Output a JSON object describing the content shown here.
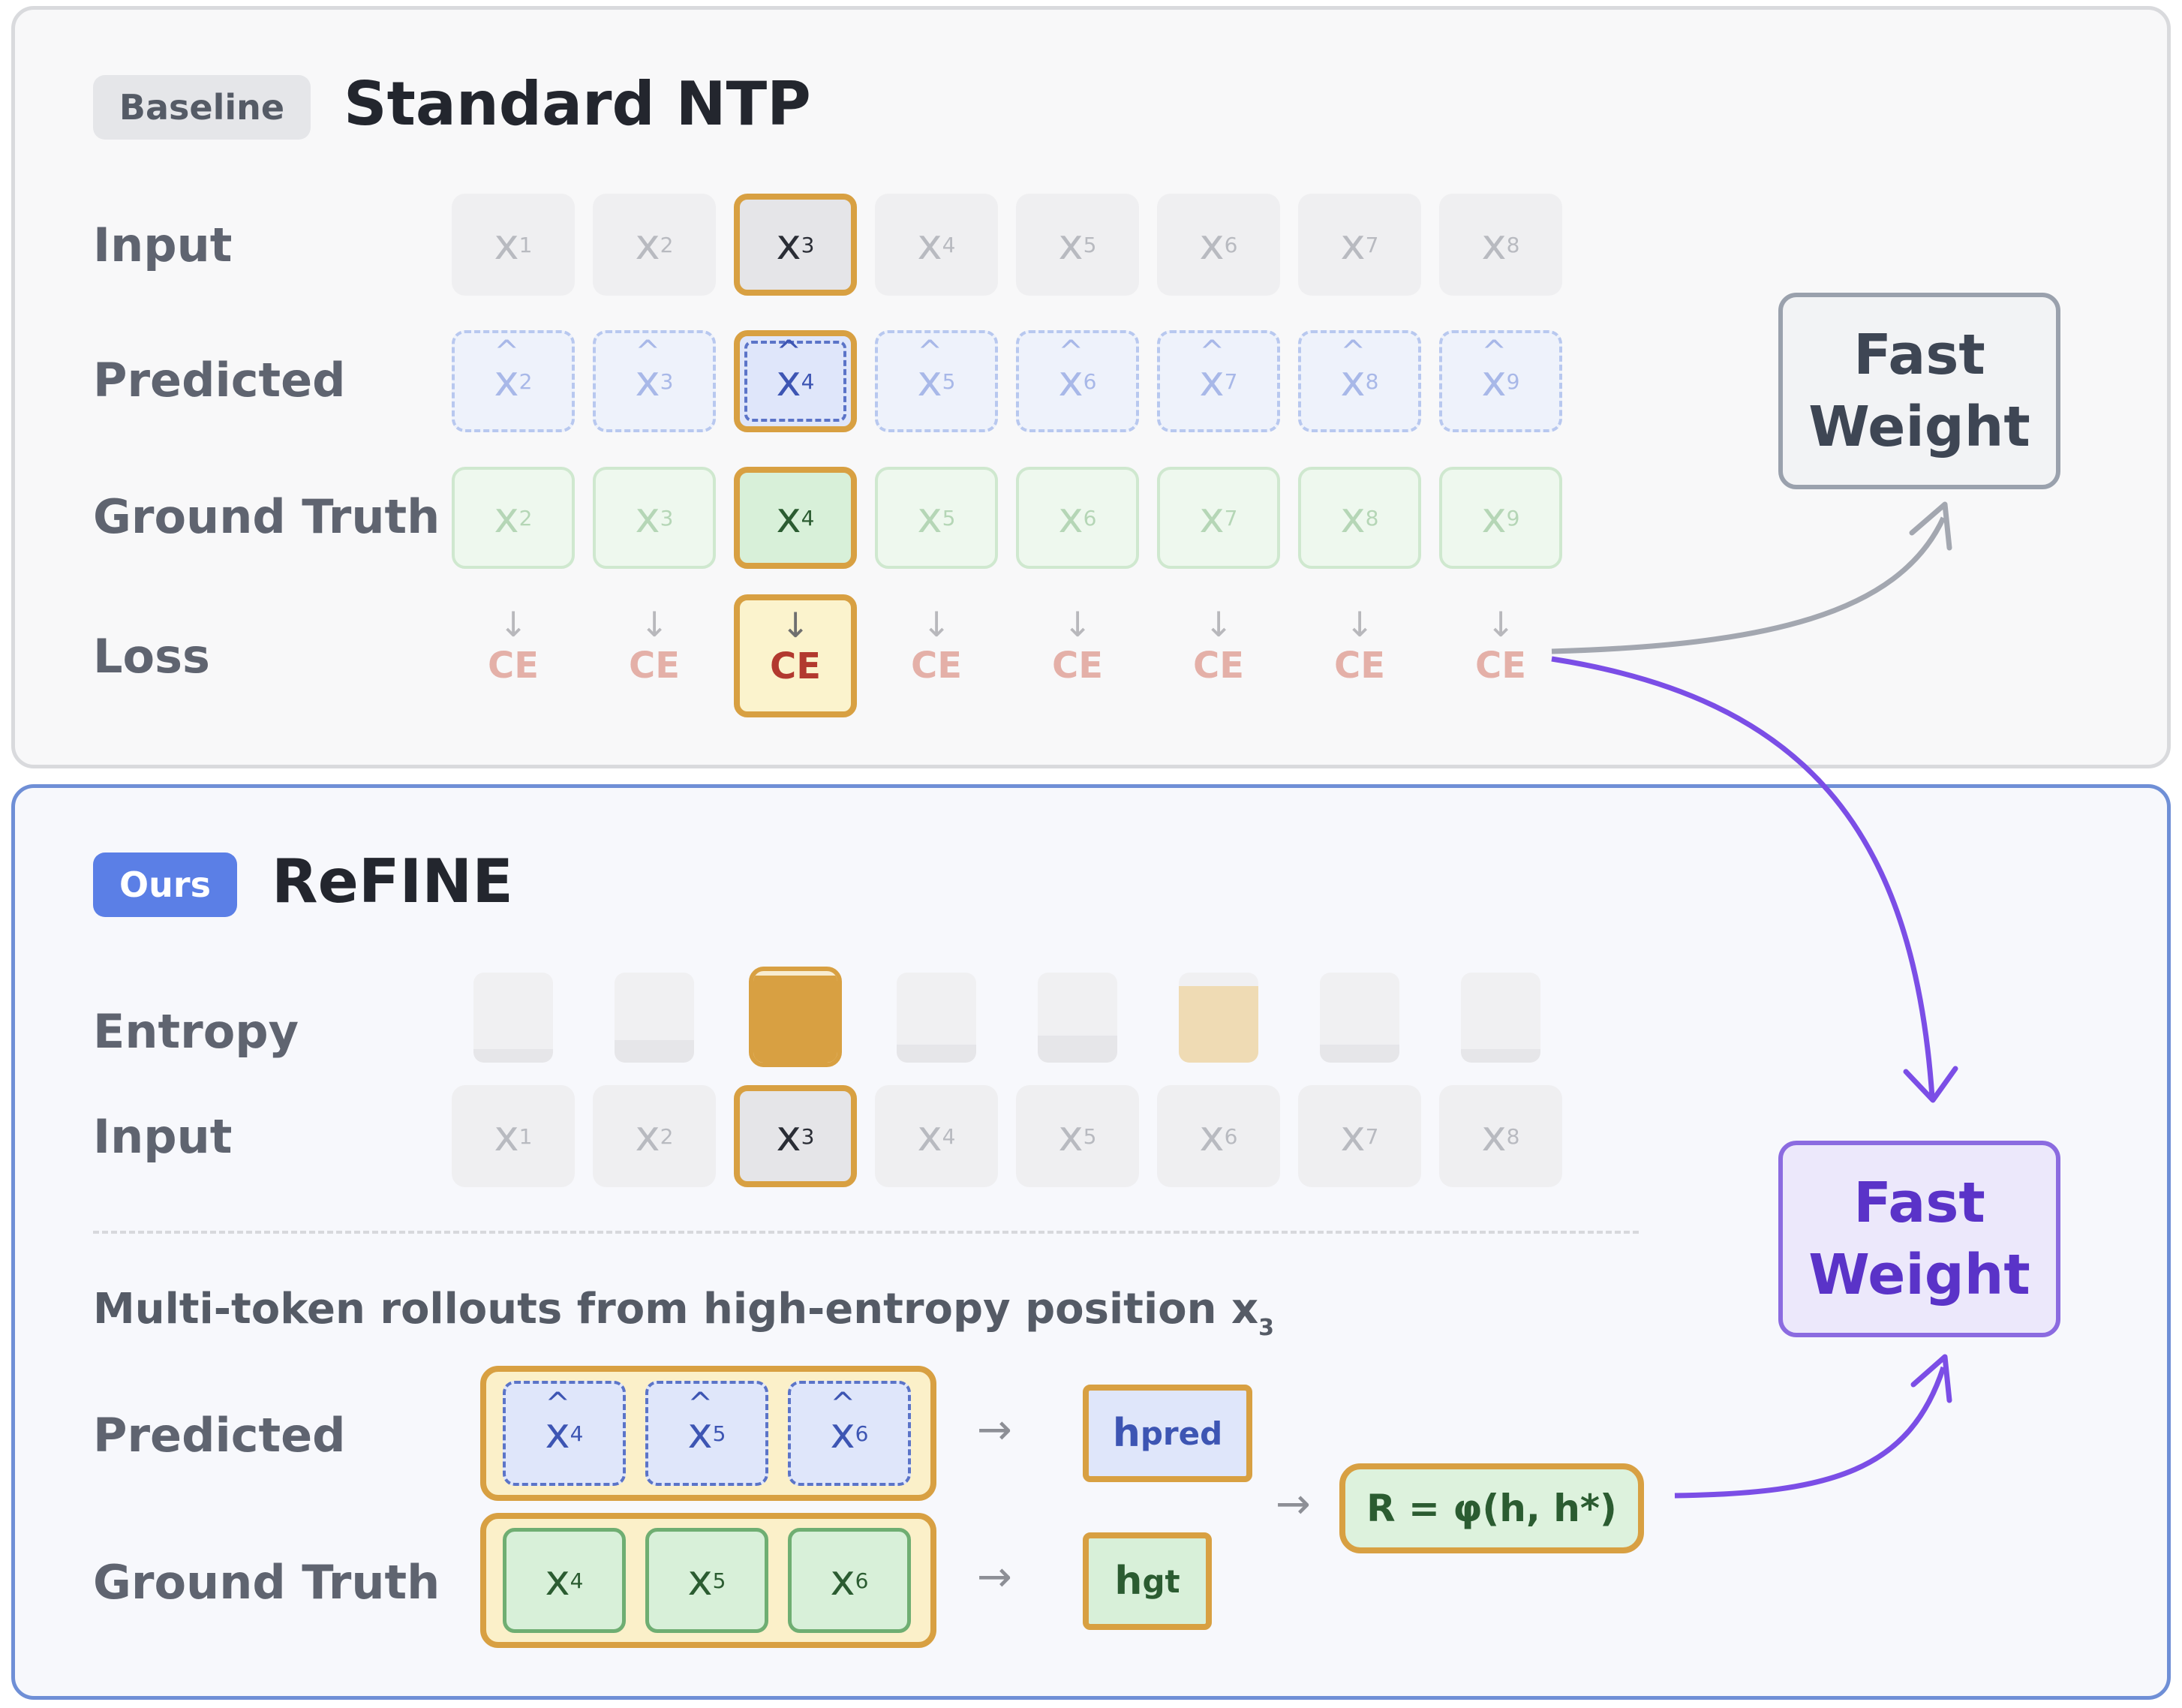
{
  "top": {
    "badge": "Baseline",
    "title": "Standard NTP",
    "row_labels": {
      "input": "Input",
      "predicted": "Predicted",
      "ground_truth": "Ground Truth",
      "loss": "Loss"
    },
    "input_tokens": [
      {
        "base": "x",
        "sub": "1"
      },
      {
        "base": "x",
        "sub": "2"
      },
      {
        "base": "x",
        "sub": "3"
      },
      {
        "base": "x",
        "sub": "4"
      },
      {
        "base": "x",
        "sub": "5"
      },
      {
        "base": "x",
        "sub": "6"
      },
      {
        "base": "x",
        "sub": "7"
      },
      {
        "base": "x",
        "sub": "8"
      }
    ],
    "predicted_tokens": [
      {
        "base": "x",
        "sub": "2"
      },
      {
        "base": "x",
        "sub": "3"
      },
      {
        "base": "x",
        "sub": "4"
      },
      {
        "base": "x",
        "sub": "5"
      },
      {
        "base": "x",
        "sub": "6"
      },
      {
        "base": "x",
        "sub": "7"
      },
      {
        "base": "x",
        "sub": "8"
      },
      {
        "base": "x",
        "sub": "9"
      }
    ],
    "gt_tokens": [
      {
        "base": "x",
        "sub": "2"
      },
      {
        "base": "x",
        "sub": "3"
      },
      {
        "base": "x",
        "sub": "4"
      },
      {
        "base": "x",
        "sub": "5"
      },
      {
        "base": "x",
        "sub": "6"
      },
      {
        "base": "x",
        "sub": "7"
      },
      {
        "base": "x",
        "sub": "8"
      },
      {
        "base": "x",
        "sub": "9"
      }
    ],
    "loss_arrow": "↓",
    "loss_label": "CE",
    "highlight_index": 2,
    "fast_weight": {
      "line1": "Fast",
      "line2": "Weight"
    }
  },
  "bottom": {
    "badge": "Ours",
    "title": "ReFINE",
    "row_labels": {
      "entropy": "Entropy",
      "input": "Input",
      "predicted": "Predicted",
      "ground_truth": "Ground Truth"
    },
    "entropy_levels": [
      0.15,
      0.25,
      0.95,
      0.2,
      0.3,
      0.85,
      0.2,
      0.15
    ],
    "entropy_colors": {
      "low": "#e6e6e9",
      "high": "#d8a042",
      "medium": "#efdbb4"
    },
    "input_tokens": [
      {
        "base": "x",
        "sub": "1"
      },
      {
        "base": "x",
        "sub": "2"
      },
      {
        "base": "x",
        "sub": "3"
      },
      {
        "base": "x",
        "sub": "4"
      },
      {
        "base": "x",
        "sub": "5"
      },
      {
        "base": "x",
        "sub": "6"
      },
      {
        "base": "x",
        "sub": "7"
      },
      {
        "base": "x",
        "sub": "8"
      }
    ],
    "highlight_index": 2,
    "subtitle": {
      "text": "Multi-token rollouts from high-entropy position x",
      "sub": "3"
    },
    "rollout_pred": [
      {
        "base": "x",
        "sub": "4"
      },
      {
        "base": "x",
        "sub": "5"
      },
      {
        "base": "x",
        "sub": "6"
      }
    ],
    "rollout_gt": [
      {
        "base": "x",
        "sub": "4"
      },
      {
        "base": "x",
        "sub": "5"
      },
      {
        "base": "x",
        "sub": "6"
      }
    ],
    "arrow": "→",
    "h_pred": {
      "base": "h",
      "sup": "pred"
    },
    "h_gt": {
      "base": "h",
      "sup": "gt"
    },
    "reward": "R = φ(h, h*)",
    "fast_weight": {
      "line1": "Fast",
      "line2": "Weight"
    }
  },
  "colors": {
    "accent": "#d8a042",
    "ours": "#5b7fe6",
    "purple": "#7b4ee6",
    "gray_arrow": "#a3a7b0"
  }
}
